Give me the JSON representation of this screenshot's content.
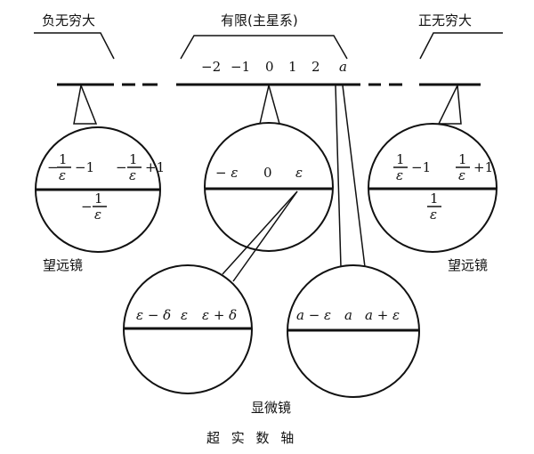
{
  "labels": {
    "negative_infinity": "负无穷大",
    "finite": "有限(主星系)",
    "positive_infinity": "正无穷大",
    "telescope_left": "望远镜",
    "telescope_right": "望远镜",
    "microscope": "显微镜",
    "caption": "超 实 数 轴"
  },
  "top_axis": {
    "ticks": [
      "−2",
      "−1",
      "0",
      "1",
      "2"
    ],
    "point_a": "a"
  },
  "left_lens": {
    "top_left_prefix": "−",
    "top_left_suffix": "−1",
    "top_right_suffix": "+1",
    "bottom_prefix": "−",
    "numerator": "1",
    "epsilon": "ε"
  },
  "center_lens": {
    "left": "− ε",
    "middle": "0",
    "right": "ε"
  },
  "right_lens": {
    "top_left_suffix": "−1",
    "top_right_suffix": "+1",
    "numerator": "1",
    "epsilon": "ε"
  },
  "micro_left": {
    "left": "ε − δ",
    "middle": "ε",
    "right": "ε + δ"
  },
  "micro_right": {
    "left": "a − ε",
    "middle": "a",
    "right": "a + ε"
  }
}
